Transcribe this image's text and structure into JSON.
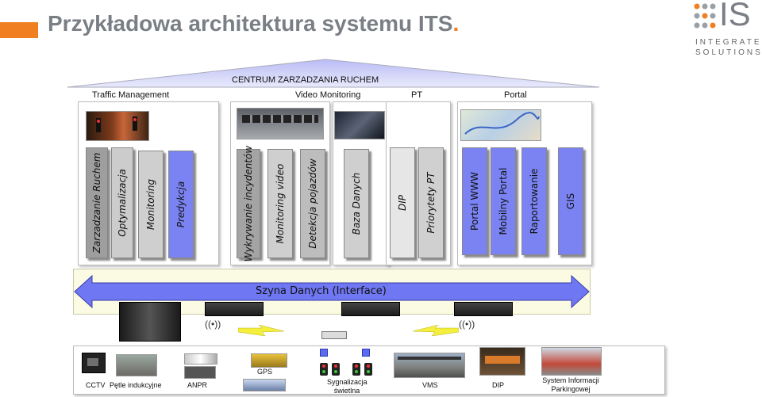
{
  "header": {
    "title": "Przykładowa architektura systemu  ITS",
    "title_dot": "."
  },
  "logo": {
    "mark": "IS",
    "line1": "INTEGRATED",
    "line2": "SOLUTIONS"
  },
  "center": {
    "roof_title": "CENTRUM ZARZADZANIA RUCHEM",
    "sections": [
      "Traffic Management",
      "Video Monitoring",
      "PT",
      "Portal"
    ]
  },
  "columns": {
    "traffic": [
      "Zarzadzanie Ruchem",
      "Optymalizacja",
      "Monitoring",
      "Predykcja"
    ],
    "video": [
      "Wykrywanie incydentów",
      "Monitoring video",
      "Detekcja pojazdów"
    ],
    "db": [
      "Baza Danych"
    ],
    "pt": [
      "DIP",
      "Priorytety PT"
    ],
    "portal": [
      "Portal WWW",
      "Mobilny Portal",
      "Raportowanie",
      "GIS"
    ]
  },
  "bus": {
    "label": "Szyna Danych (Interface)"
  },
  "devices": {
    "items": [
      "CCTV",
      "Pętle indukcyjne",
      "ANPR",
      "GPS",
      "Sygnalizacja świetlna",
      "VMS",
      "DIP",
      "System Informacji Parkingowej"
    ]
  },
  "colors": {
    "accent": "#f07f22",
    "title_gray": "#7a7f86",
    "bus_blue": "#6f77f2",
    "predykcja_blue": "#7b83f2",
    "lightning": "#f3ef3c"
  }
}
